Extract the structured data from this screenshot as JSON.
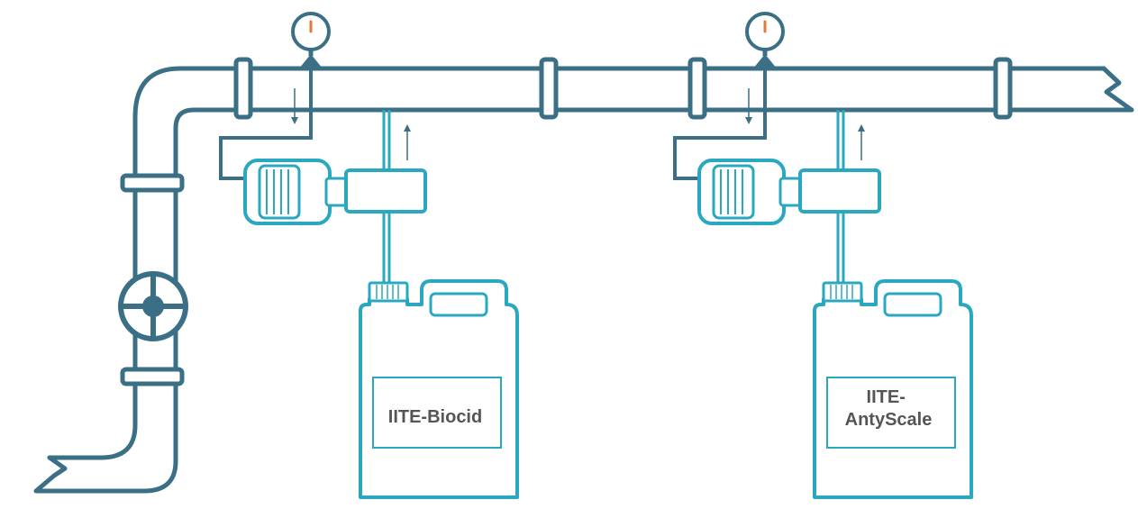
{
  "colors": {
    "pipe": "#3a6f86",
    "equipment": "#2aa8bf",
    "gauge_needle": "#e07a3a",
    "label_text": "#555555",
    "background": "#ffffff"
  },
  "tanks": [
    {
      "label_lines": [
        "IITE-Biocid"
      ]
    },
    {
      "label_lines": [
        "IITE-",
        "AntyScale"
      ]
    }
  ],
  "icons": [
    "pressure-gauge-icon",
    "valve-icon",
    "pump-motor-icon",
    "canister-icon",
    "flow-arrow-icon"
  ]
}
